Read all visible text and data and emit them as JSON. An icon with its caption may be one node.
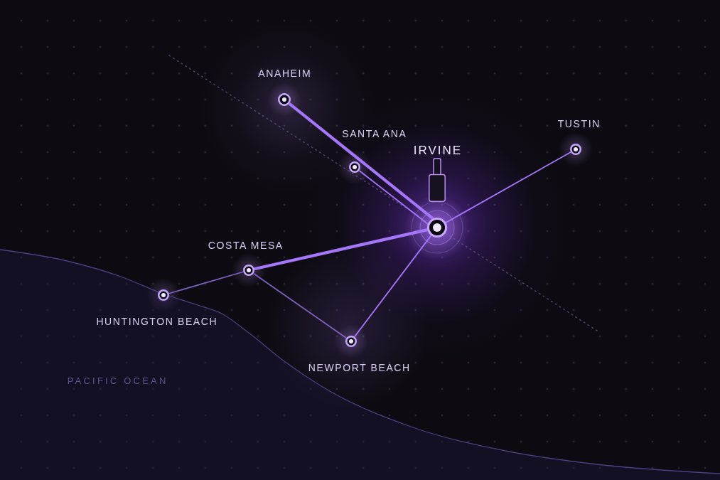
{
  "diagram": {
    "nodes": [
      {
        "text": [
          "ANAHEIM"
        ]
      },
      {
        "text": [
          "TUSTIN"
        ]
      },
      {
        "text": [
          "SANTA ANA"
        ]
      },
      {
        "text": [
          "IRVINE"
        ]
      },
      {
        "text": [
          "COSTA MESA"
        ]
      },
      {
        "text": [
          "HUNTINGTON BEACH"
        ]
      },
      {
        "text": [
          "NEWPORT BEACH"
        ]
      }
    ],
    "edges": [
      {
        "from": 0,
        "to": 3,
        "arrow": "none",
        "style": "thick"
      },
      {
        "from": 2,
        "to": 3,
        "arrow": "none"
      },
      {
        "from": 1,
        "to": 3,
        "arrow": "none"
      },
      {
        "from": 4,
        "to": 3,
        "arrow": "none",
        "style": "thick"
      },
      {
        "from": 6,
        "to": 3,
        "arrow": "none"
      },
      {
        "from": 5,
        "to": 4,
        "arrow": "none",
        "color": "#7e60bd"
      },
      {
        "from": 4,
        "to": 6,
        "arrow": "none",
        "color": "#7e60bd"
      }
    ],
    "labels": [
      "PACIFIC OCEAN"
    ]
  }
}
